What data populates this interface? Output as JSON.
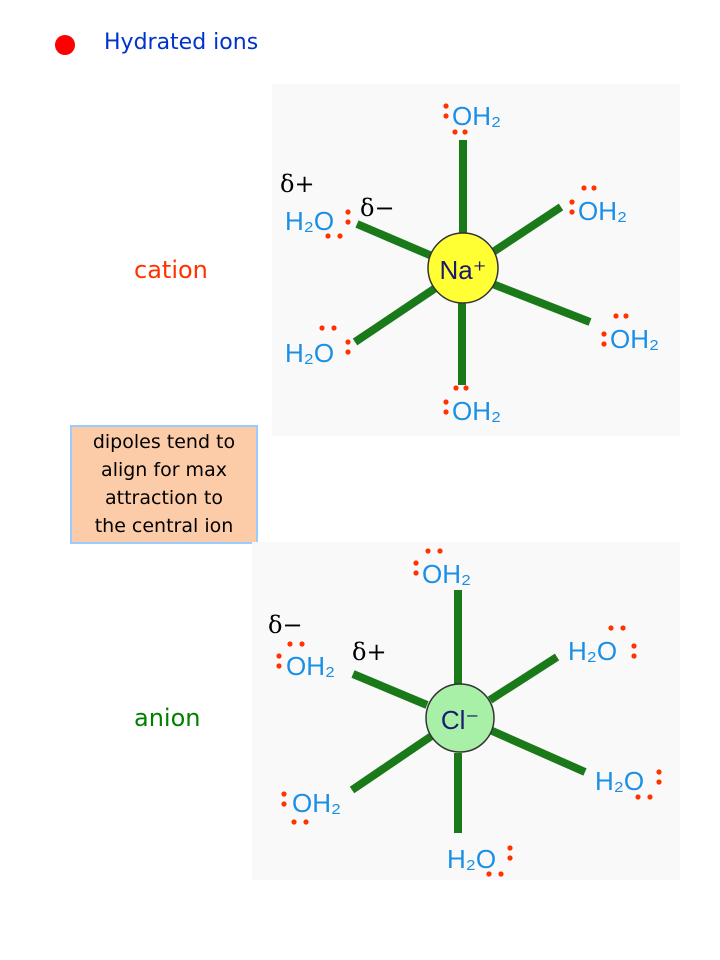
{
  "title": "Hydrated ions",
  "colors": {
    "bullet": "#ff0000",
    "title": "#0033cc",
    "cation": "#ff3300",
    "anion": "#008000",
    "bond": "#1a7a1a",
    "water": "#1a8fe6",
    "lone_pair": "#ff3300",
    "na_fill": "#ffff33",
    "cl_fill": "#a8f0a8",
    "note_fill": "#fccca8",
    "note_border": "#99ccff"
  },
  "cation": {
    "label": "cation",
    "ion": "Na⁺",
    "delta_outer": "δ+",
    "delta_inner": "δ−",
    "waters": [
      "OH₂",
      "OH₂",
      "OH₂",
      "OH₂",
      "H₂O",
      "H₂O"
    ]
  },
  "note": {
    "lines": [
      "dipoles tend to",
      "align for max",
      "attraction to",
      "the central ion"
    ]
  },
  "anion": {
    "label": "anion",
    "ion": "Cl⁻",
    "delta_outer": "δ−",
    "delta_inner": "δ+",
    "waters": [
      "OH₂",
      "H₂O",
      "H₂O",
      "H₂O",
      "OH₂",
      "OH₂"
    ]
  }
}
